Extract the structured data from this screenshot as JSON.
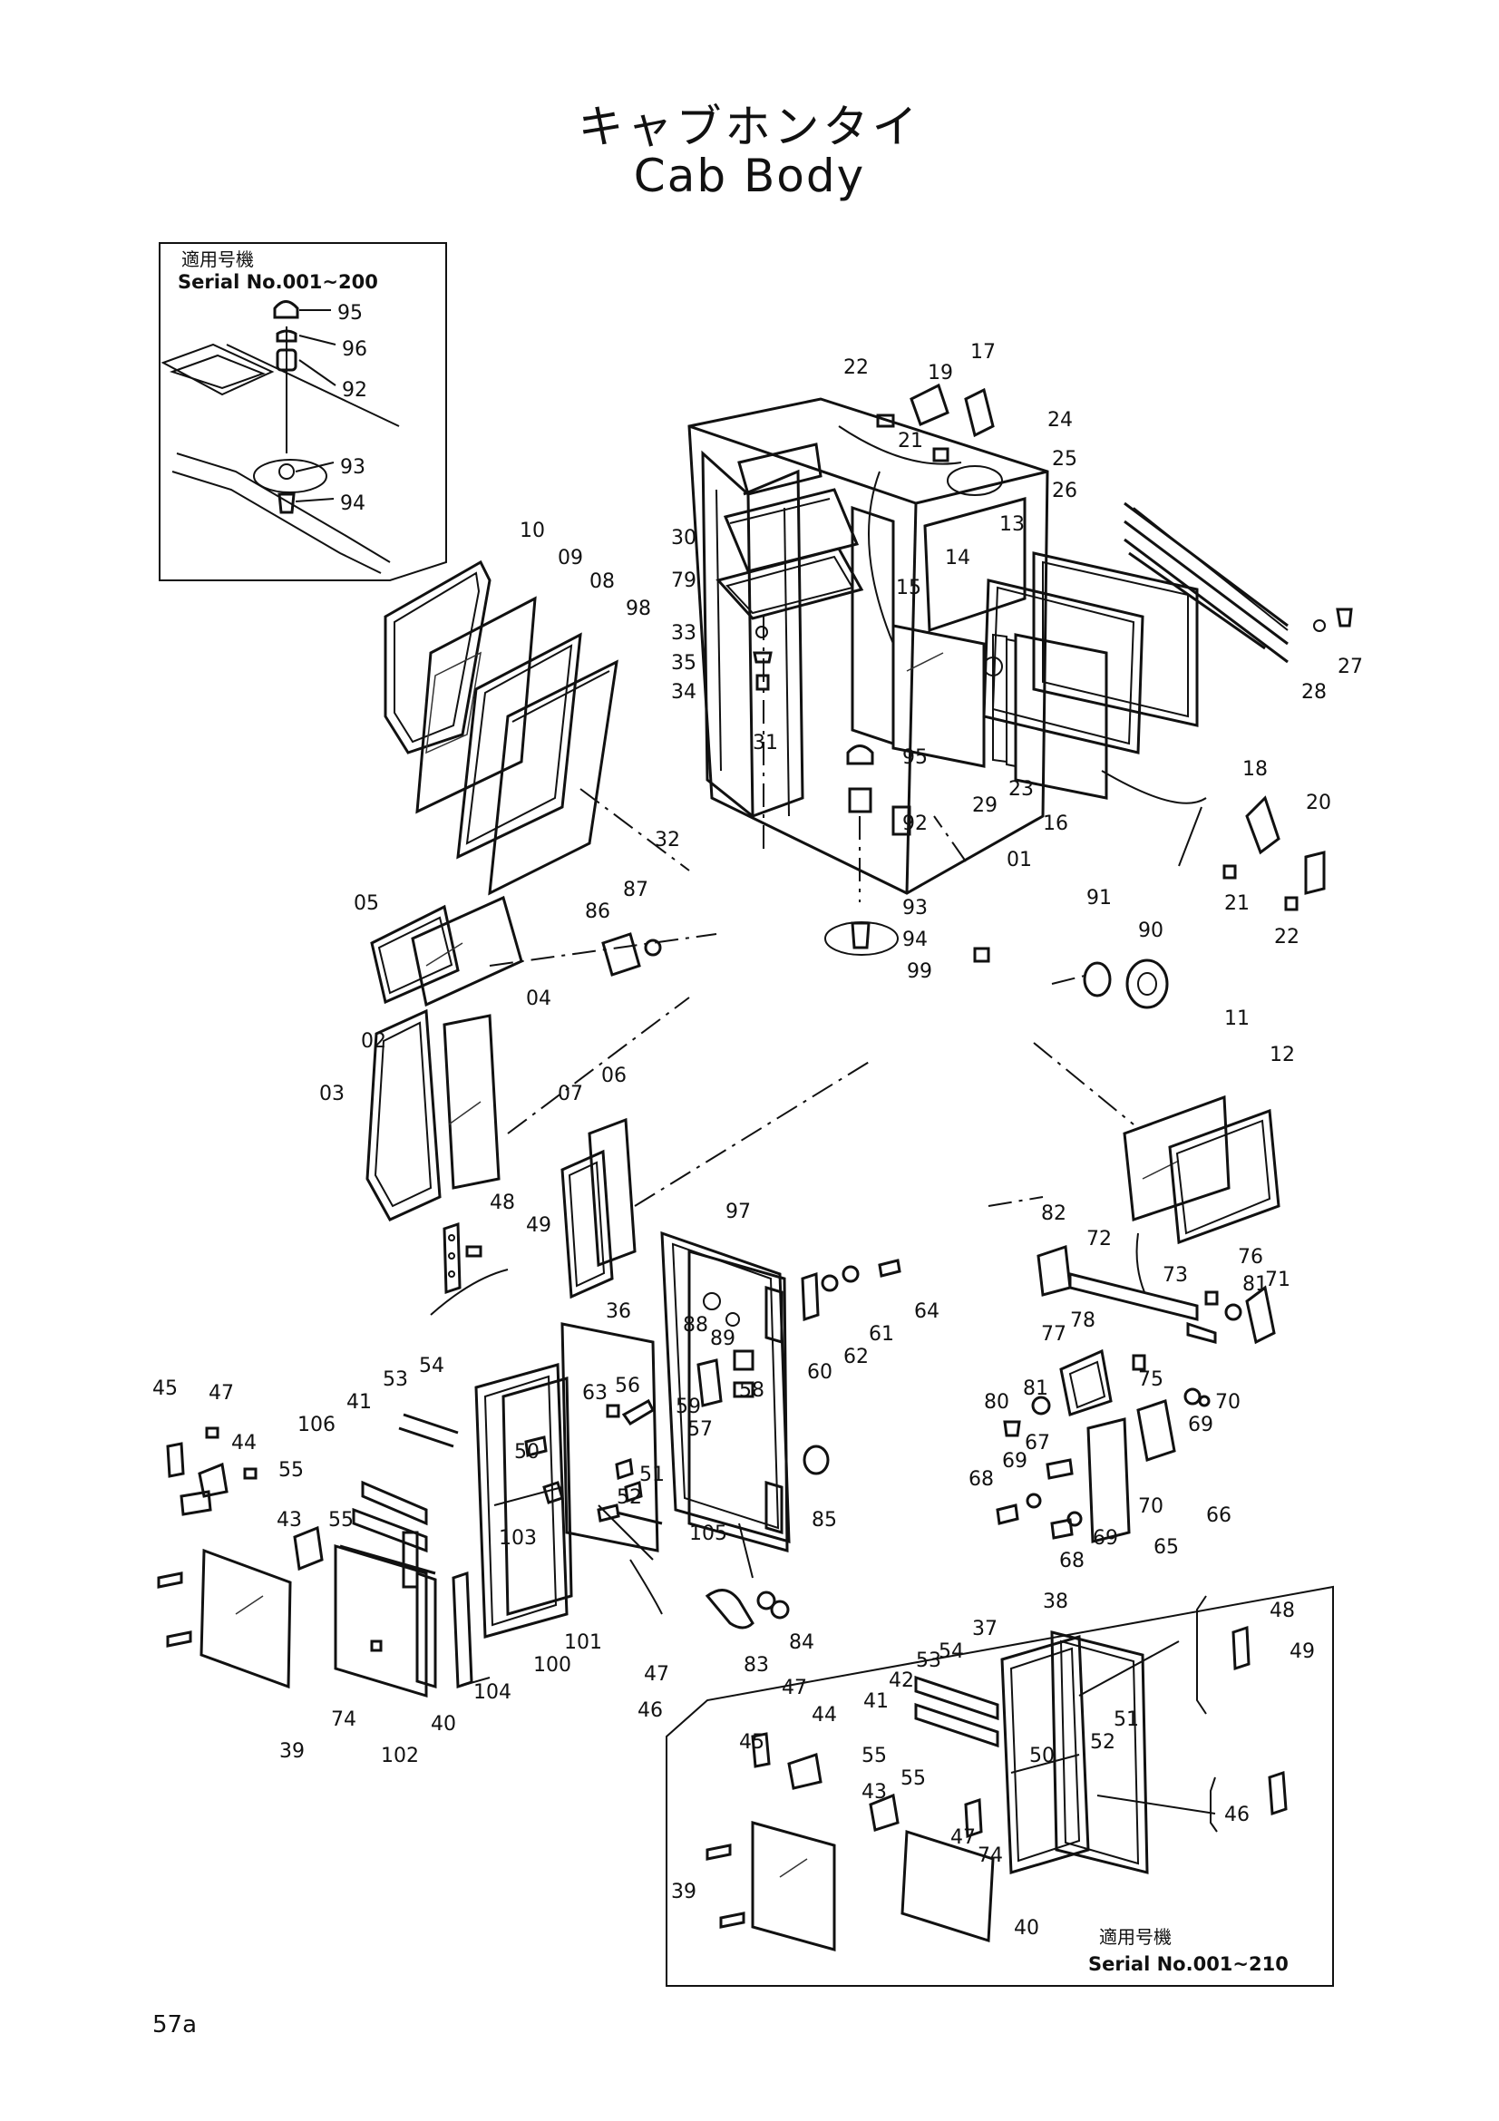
{
  "title_jp": "キャブホンタイ",
  "title_en": "Cab Body",
  "page_number": "57a",
  "inset_top": {
    "label_jp": "適用号機",
    "serial": "Serial No.001~200"
  },
  "inset_bottom": {
    "label_jp": "適用号機",
    "serial": "Serial No.001~210"
  },
  "callouts": [
    "95",
    "96",
    "92",
    "93",
    "94",
    "19",
    "17",
    "22",
    "21",
    "24",
    "25",
    "26",
    "13",
    "14",
    "15",
    "27",
    "28",
    "29",
    "23",
    "16",
    "30",
    "79",
    "33",
    "35",
    "34",
    "31",
    "32",
    "95",
    "92",
    "10",
    "09",
    "08",
    "98",
    "18",
    "20",
    "21",
    "22",
    "01",
    "93",
    "94",
    "99",
    "91",
    "90",
    "86",
    "87",
    "05",
    "04",
    "02",
    "03",
    "07",
    "06",
    "11",
    "12",
    "97",
    "48",
    "49",
    "82",
    "72",
    "73",
    "76",
    "81",
    "71",
    "36",
    "88",
    "89",
    "60",
    "62",
    "61",
    "64",
    "45",
    "47",
    "44",
    "55",
    "54",
    "53",
    "41",
    "106",
    "63",
    "56",
    "57",
    "59",
    "58",
    "50",
    "51",
    "52",
    "105",
    "77",
    "78",
    "80",
    "81",
    "75",
    "70",
    "69",
    "67",
    "68",
    "69",
    "66",
    "68",
    "69",
    "65",
    "70",
    "43",
    "55",
    "103",
    "85",
    "39",
    "74",
    "102",
    "40",
    "104",
    "100",
    "101",
    "83",
    "84",
    "47",
    "46",
    "38",
    "37",
    "54",
    "53",
    "42",
    "41",
    "47",
    "44",
    "45",
    "55",
    "51",
    "52",
    "50",
    "49",
    "48",
    "43",
    "55",
    "47",
    "74",
    "46",
    "39",
    "40"
  ]
}
